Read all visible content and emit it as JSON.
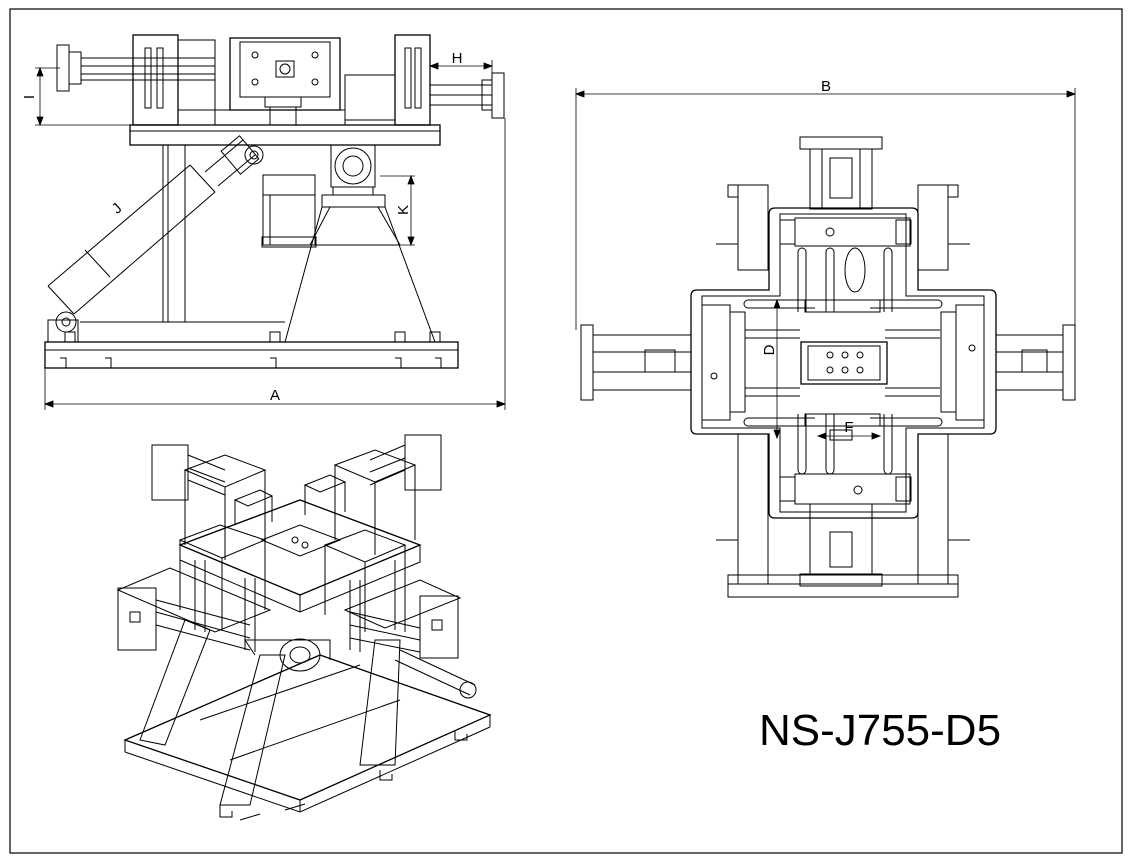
{
  "drawing": {
    "model": "NS-J755-D5",
    "dimension_labels": {
      "A": "A",
      "B": "B",
      "D": "D",
      "F": "F",
      "H": "H",
      "I": "I",
      "J": "J",
      "K": "K"
    },
    "views": [
      "front-elevation",
      "top-plan",
      "isometric"
    ]
  },
  "colors": {
    "line": "#000000",
    "background": "#ffffff"
  }
}
